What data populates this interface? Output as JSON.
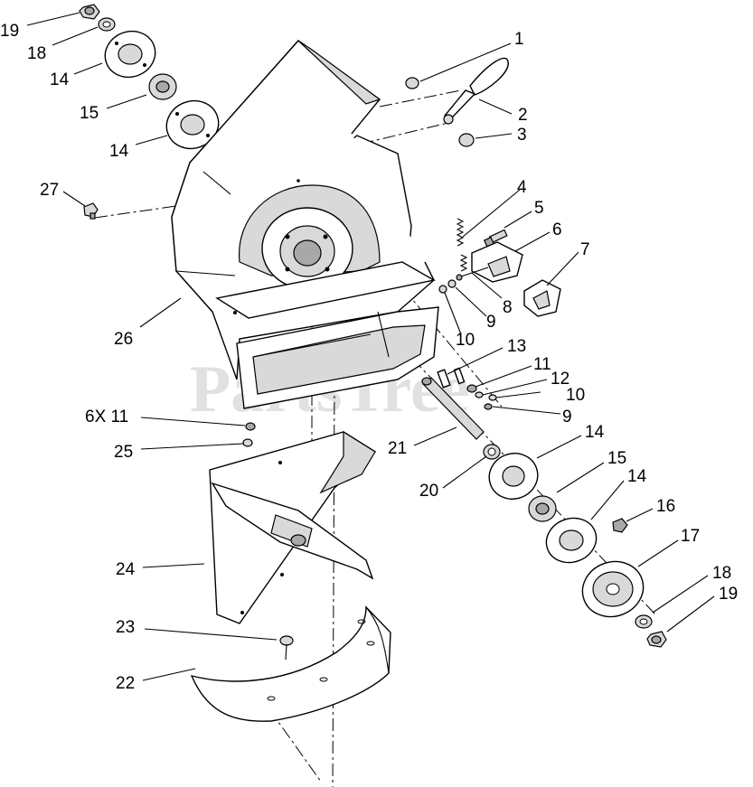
{
  "watermark": "PartsTree",
  "callouts": [
    {
      "id": "c19a",
      "text": "19"
    },
    {
      "id": "c18a",
      "text": "18"
    },
    {
      "id": "c14a",
      "text": "14"
    },
    {
      "id": "c15a",
      "text": "15"
    },
    {
      "id": "c14b",
      "text": "14"
    },
    {
      "id": "c27",
      "text": "27"
    },
    {
      "id": "c26",
      "text": "26"
    },
    {
      "id": "c1",
      "text": "1"
    },
    {
      "id": "c2",
      "text": "2"
    },
    {
      "id": "c3",
      "text": "3"
    },
    {
      "id": "c4",
      "text": "4"
    },
    {
      "id": "c5",
      "text": "5"
    },
    {
      "id": "c6",
      "text": "6"
    },
    {
      "id": "c7",
      "text": "7"
    },
    {
      "id": "c8",
      "text": "8"
    },
    {
      "id": "c9a",
      "text": "9"
    },
    {
      "id": "c10a",
      "text": "10"
    },
    {
      "id": "c13",
      "text": "13"
    },
    {
      "id": "c11",
      "text": "11"
    },
    {
      "id": "c12",
      "text": "12"
    },
    {
      "id": "c10b",
      "text": "10"
    },
    {
      "id": "c9b",
      "text": "9"
    },
    {
      "id": "c6x11",
      "text": "6X 11"
    },
    {
      "id": "c25",
      "text": "25"
    },
    {
      "id": "c21",
      "text": "21"
    },
    {
      "id": "c14c",
      "text": "14"
    },
    {
      "id": "c20",
      "text": "20"
    },
    {
      "id": "c15b",
      "text": "15"
    },
    {
      "id": "c14d",
      "text": "14"
    },
    {
      "id": "c16",
      "text": "16"
    },
    {
      "id": "c17",
      "text": "17"
    },
    {
      "id": "c24",
      "text": "24"
    },
    {
      "id": "c18b",
      "text": "18"
    },
    {
      "id": "c19b",
      "text": "19"
    },
    {
      "id": "c23",
      "text": "23"
    },
    {
      "id": "c22",
      "text": "22"
    }
  ]
}
